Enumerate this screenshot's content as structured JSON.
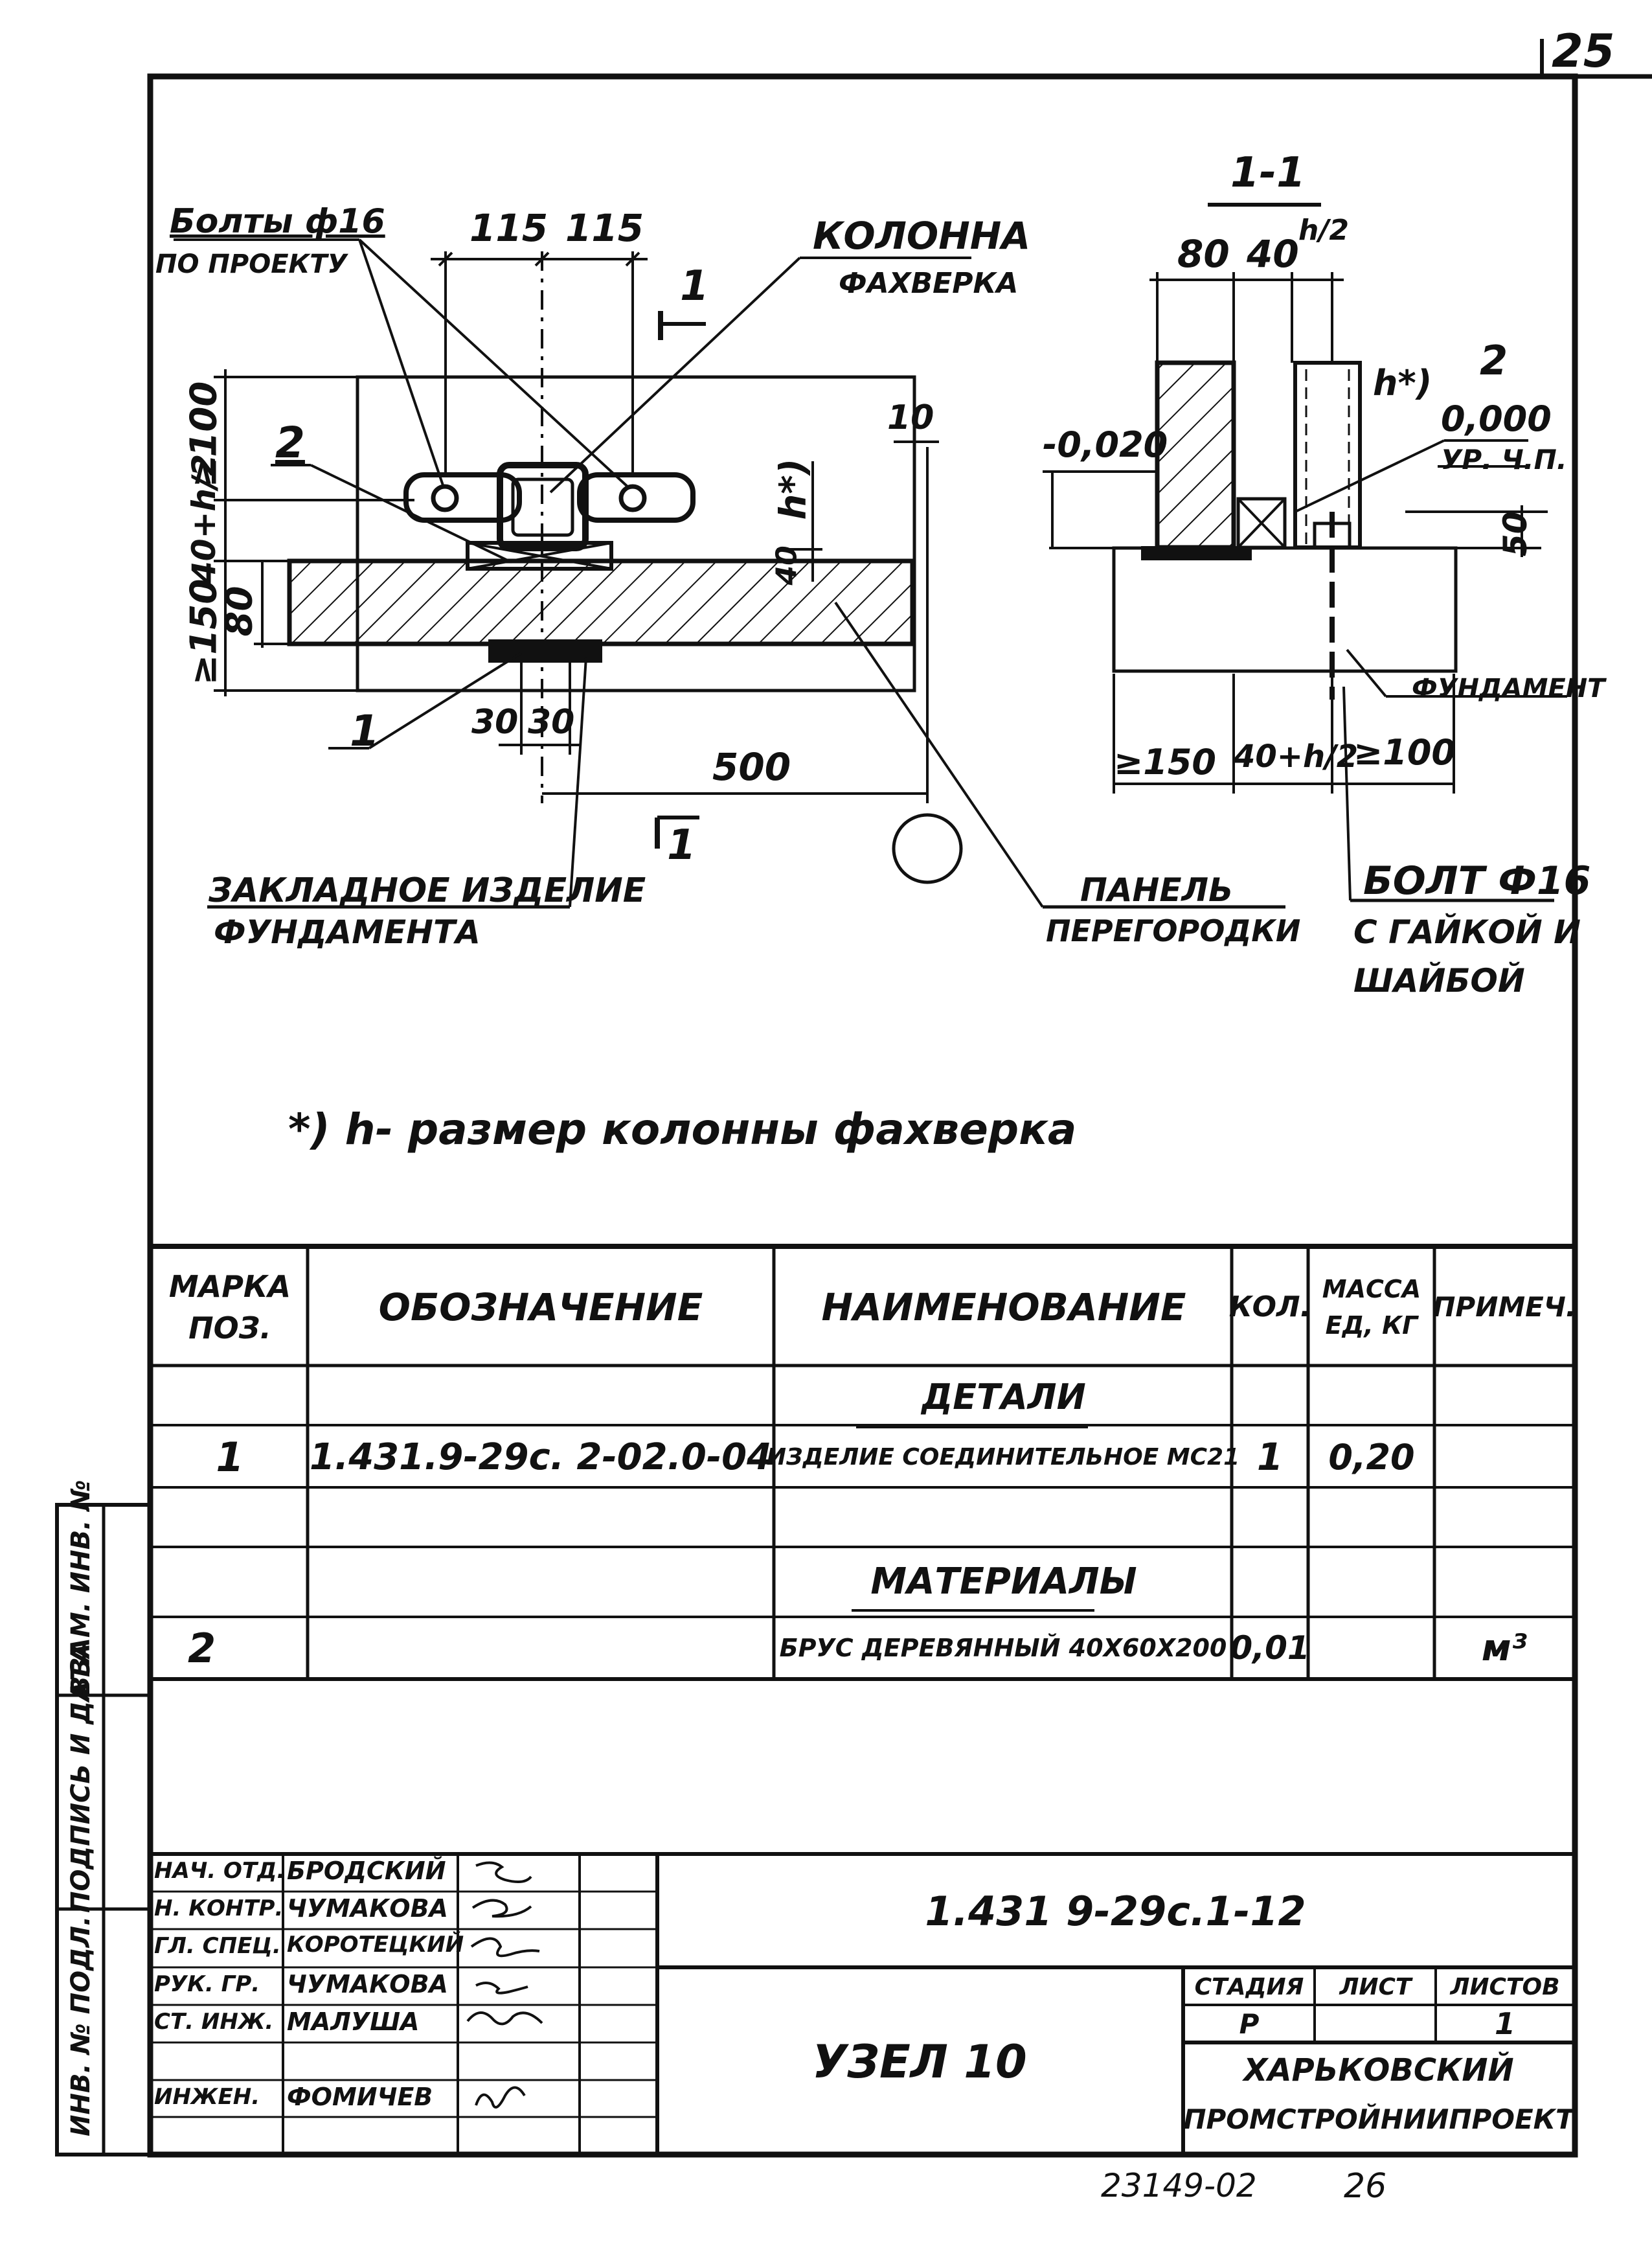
{
  "sheet_number": "25",
  "bottom_numbers": {
    "archive": "23149-02",
    "page": "26"
  },
  "drawing": {
    "plan": {
      "bolts_label": "Болты ф16",
      "bolts_sub": "по проекту",
      "column_label": "Колонна",
      "column_sub": "фахверка",
      "dim_115_left": "115",
      "dim_115_right": "115",
      "section_mark_top": "1",
      "section_mark_bottom": "1",
      "pos2": "2",
      "pos1": "1",
      "dim_ge100": "≥100",
      "dim_40h2": "40+h/2",
      "dim_80": "80",
      "dim_ge150": "≥150",
      "dim_10": "10",
      "dim_h_star": "h*)",
      "dim_40": "40",
      "dim_30a": "30",
      "dim_30b": "30",
      "dim_500": "500",
      "embedded_label": "Закладное изделие",
      "embedded_sub": "фундамента",
      "panel_label": "Панель",
      "panel_sub": "перегородки"
    },
    "section": {
      "title": "1-1",
      "dim_80": "80",
      "dim_40": "40",
      "dim_h2": "h/2",
      "level_neg": "-0,020",
      "pos2": "2",
      "h_star": "h*)",
      "level_zero": "0,000",
      "floor_label": "Ур. ч.п.",
      "dim_50": "50",
      "foundation_label": "Фундамент",
      "dim_ge150": "≥150",
      "dim_40h2": "40+h/2",
      "dim_ge100": "≥100",
      "bolt_label": "Болт ф16",
      "bolt_sub1": "с гайкой и",
      "bolt_sub2": "шайбой"
    },
    "footnote": "*) h- размер колонны фахверка"
  },
  "spec_table": {
    "headers": {
      "mark": "Марка поз.",
      "designation": "Обозначение",
      "name": "Наименование",
      "qty": "Кол.",
      "mass": "Масса ед, кг",
      "note": "Примеч."
    },
    "section_details": "Детали",
    "section_materials": "Материалы",
    "rows": [
      {
        "mark": "1",
        "designation": "1.431.9-29с. 2-02.0-04",
        "name": "Изделие соединительное МС21",
        "qty": "1",
        "mass": "0,20",
        "note": ""
      },
      {
        "mark": "2",
        "designation": "",
        "name": "Брус деревянный 40х60х200",
        "qty": "0,01",
        "mass": "",
        "note": "м³"
      }
    ]
  },
  "side_stamp": {
    "vzam": "Взам. инв. №",
    "podpis": "Подпись и дата",
    "inv": "Инв. № подл."
  },
  "title_block": {
    "people": [
      {
        "role": "Нач. отд.",
        "name": "Бродский"
      },
      {
        "role": "Н. контр.",
        "name": "Чумакова"
      },
      {
        "role": "Гл. спец.",
        "name": "Коротецкий"
      },
      {
        "role": "Рук. гр.",
        "name": "Чумакова"
      },
      {
        "role": "Ст. инж.",
        "name": "Малуша"
      },
      {
        "role": "Инжен.",
        "name": "Фомичев"
      }
    ],
    "doc_code": "1.431 9-29с.1-12",
    "sheet_title": "Узел 10",
    "stage_label": "Стадия",
    "sheet_label": "Лист",
    "sheets_label": "Листов",
    "stage": "Р",
    "sheet": "",
    "sheets": "1",
    "org_line1": "Харьковский",
    "org_line2": "Промстройниипроект"
  }
}
